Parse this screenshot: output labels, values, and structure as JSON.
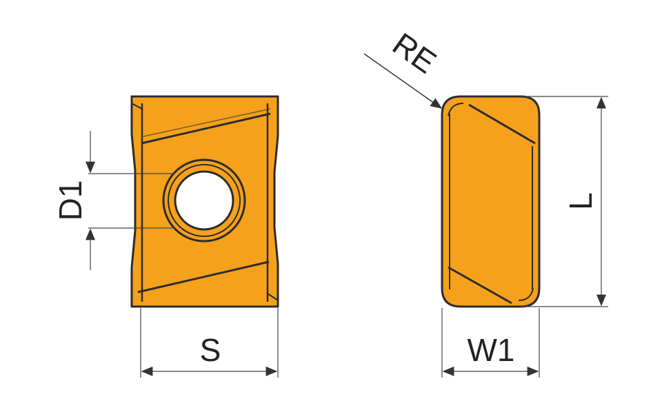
{
  "labels": {
    "d1": "D1",
    "s": "S",
    "re": "RE",
    "l": "L",
    "w1": "W1"
  },
  "colors": {
    "body_fill": "#F5A11C",
    "outline": "#2B2B2B",
    "dimension_line": "#444444",
    "background": "#FFFFFF"
  }
}
